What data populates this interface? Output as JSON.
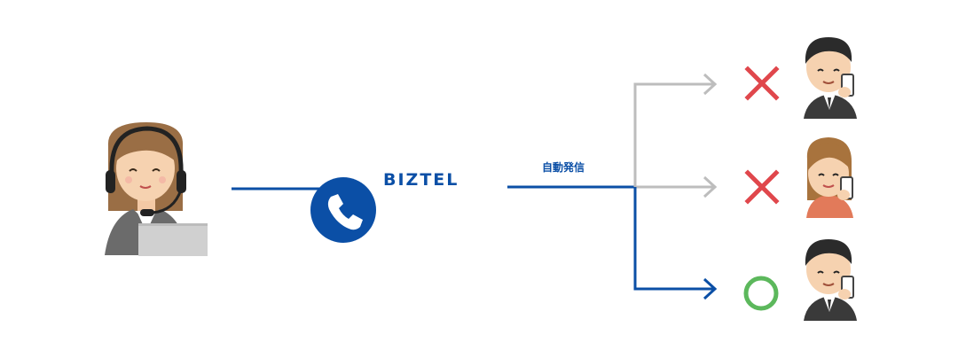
{
  "diagram": {
    "brand_name": "BIZTEL",
    "auto_dial_label": "自動発信",
    "colors": {
      "primary_blue": "#0b4fa6",
      "gray_line": "#bdbdbd",
      "fail_red": "#e0474c",
      "success_green": "#5cb85c"
    },
    "icons": {
      "operator": "operator-headset-icon",
      "phone": "phone-handset-icon",
      "fail": "cross-mark-icon",
      "success": "circle-mark-icon",
      "customer": "person-with-smartphone-icon"
    },
    "call_results": [
      {
        "result": "no-answer",
        "mark": "cross"
      },
      {
        "result": "no-answer",
        "mark": "cross"
      },
      {
        "result": "connected",
        "mark": "circle"
      }
    ]
  }
}
